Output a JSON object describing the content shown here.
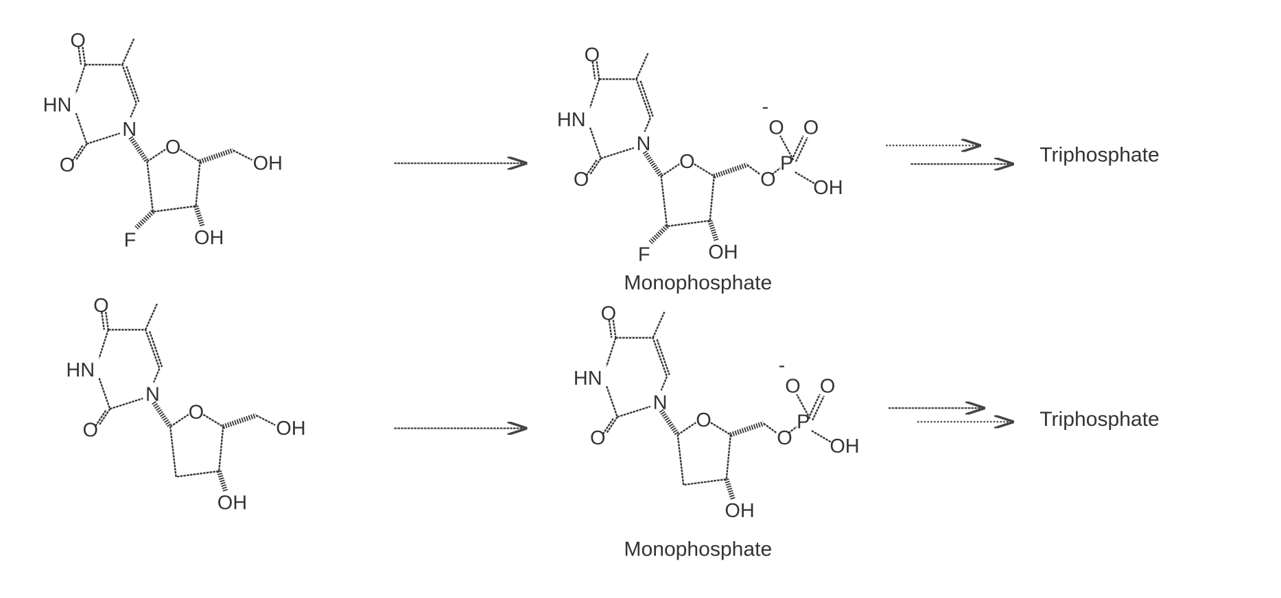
{
  "atoms": {
    "O": "O",
    "HN": "HN",
    "N": "N",
    "OH": "OH",
    "F": "F",
    "P": "P",
    "charge": "-"
  },
  "labels": {
    "monophosphate_top": "Monophosphate",
    "monophosphate_bottom": "Monophosphate",
    "triphosphate_top": "Triphosphate",
    "triphosphate_bottom": "Triphosphate"
  }
}
